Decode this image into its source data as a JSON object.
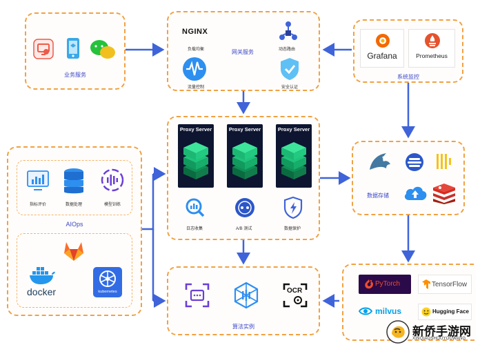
{
  "nodes": {
    "business": {
      "label": "业务服务"
    },
    "gateway": {
      "label": "网关服务",
      "nginx": "NGINX",
      "load_balance": "负载均衡",
      "dynamic_routing": "动态路由",
      "rate_limit": "流量控制",
      "security_auth": "安全认证"
    },
    "monitoring": {
      "label": "系统监控",
      "grafana": "Grafana",
      "prometheus": "Prometheus"
    },
    "proxy": {
      "servers": [
        "Proxy Server",
        "Proxy Server",
        "Proxy Server"
      ],
      "log_collect": "日志收集",
      "ab_test": "A/B 测试",
      "data_protect": "数据保护"
    },
    "aiops": {
      "label": "AIOps",
      "metric_eval": "指标评价",
      "data_process": "数据处理",
      "model_train": "模型训练",
      "docker": "docker",
      "kubernetes": "kubernetes"
    },
    "storage": {
      "label": "数据存储"
    },
    "algorithm": {
      "label": "算法实例",
      "ocr": "OCR"
    },
    "frameworks": {
      "pytorch": "PyTorch",
      "tensorflow": "TensorFlow",
      "milvus": "milvus",
      "huggingface": "Hugging Face"
    }
  },
  "watermark": {
    "title": "新侨手游网",
    "subtitle": "XINQIAOSHOUYOUWANG"
  },
  "colors": {
    "border": "#f0a142",
    "arrow": "#3f63d9",
    "label": "#3b47c8",
    "proxy_bg": "#0d1530",
    "cube": "#1fc27a"
  }
}
